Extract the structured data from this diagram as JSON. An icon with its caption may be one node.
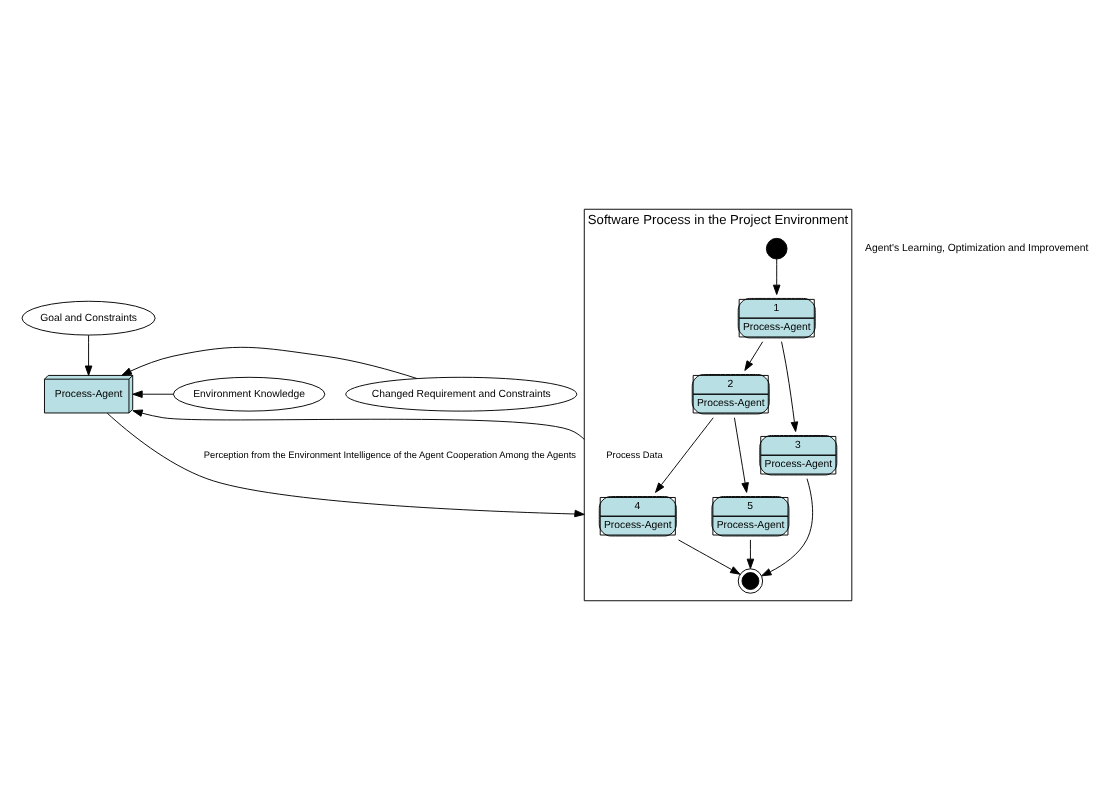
{
  "diagram": {
    "nodes": [
      {
        "text": [
          "Goal and Constraints"
        ]
      },
      {
        "text": [
          "Environment Knowledge"
        ]
      },
      {
        "text": [
          "Process-Agent"
        ]
      },
      {
        "text": [
          "Changed Requirement and Constraints"
        ]
      },
      {
        "text": [
          "Software Process in the Project Environment"
        ]
      },
      {
        "text": [],
        "shape": "circle",
        "in": 4
      },
      {
        "text": [
          "1",
          "Process-Agent"
        ],
        "in": 4
      },
      {
        "text": [
          "2",
          "Process-Agent"
        ],
        "in": 4
      },
      {
        "text": [
          "4",
          "Process-Agent"
        ],
        "in": 4
      },
      {
        "text": [
          "5",
          "Process-Agent"
        ],
        "in": 4
      },
      {
        "text": [
          "3",
          "Process-Agent"
        ],
        "in": 4
      },
      {
        "text": [],
        "shape": "circle",
        "in": 4
      }
    ],
    "edges": [
      {
        "from": 0,
        "to": 2,
        "arrow": "to"
      },
      {
        "from": 1,
        "to": 2,
        "arrow": "to"
      },
      {
        "from": 3,
        "to": 2,
        "arrow": "to"
      },
      {
        "from": 2,
        "to": 4,
        "arrow": "to",
        "label": "Perception from the Environment Intelligence of the Agent Cooperation Among the Agents"
      },
      {
        "from": 4,
        "to": 2,
        "arrow": "to",
        "label": "Process Data"
      },
      {
        "from": 5,
        "to": 6,
        "arrow": "to"
      },
      {
        "from": 6,
        "to": 7,
        "arrow": "to"
      },
      {
        "from": 6,
        "to": 10,
        "arrow": "to"
      },
      {
        "from": 7,
        "to": 8,
        "arrow": "to"
      },
      {
        "from": 7,
        "to": 9,
        "arrow": "to"
      },
      {
        "from": 8,
        "to": 11,
        "arrow": "to"
      },
      {
        "from": 9,
        "to": 11,
        "arrow": "to"
      },
      {
        "from": 10,
        "to": 11,
        "arrow": "to"
      }
    ],
    "labels": [
      "Agent's Learning, Optimization and Improvement"
    ]
  }
}
